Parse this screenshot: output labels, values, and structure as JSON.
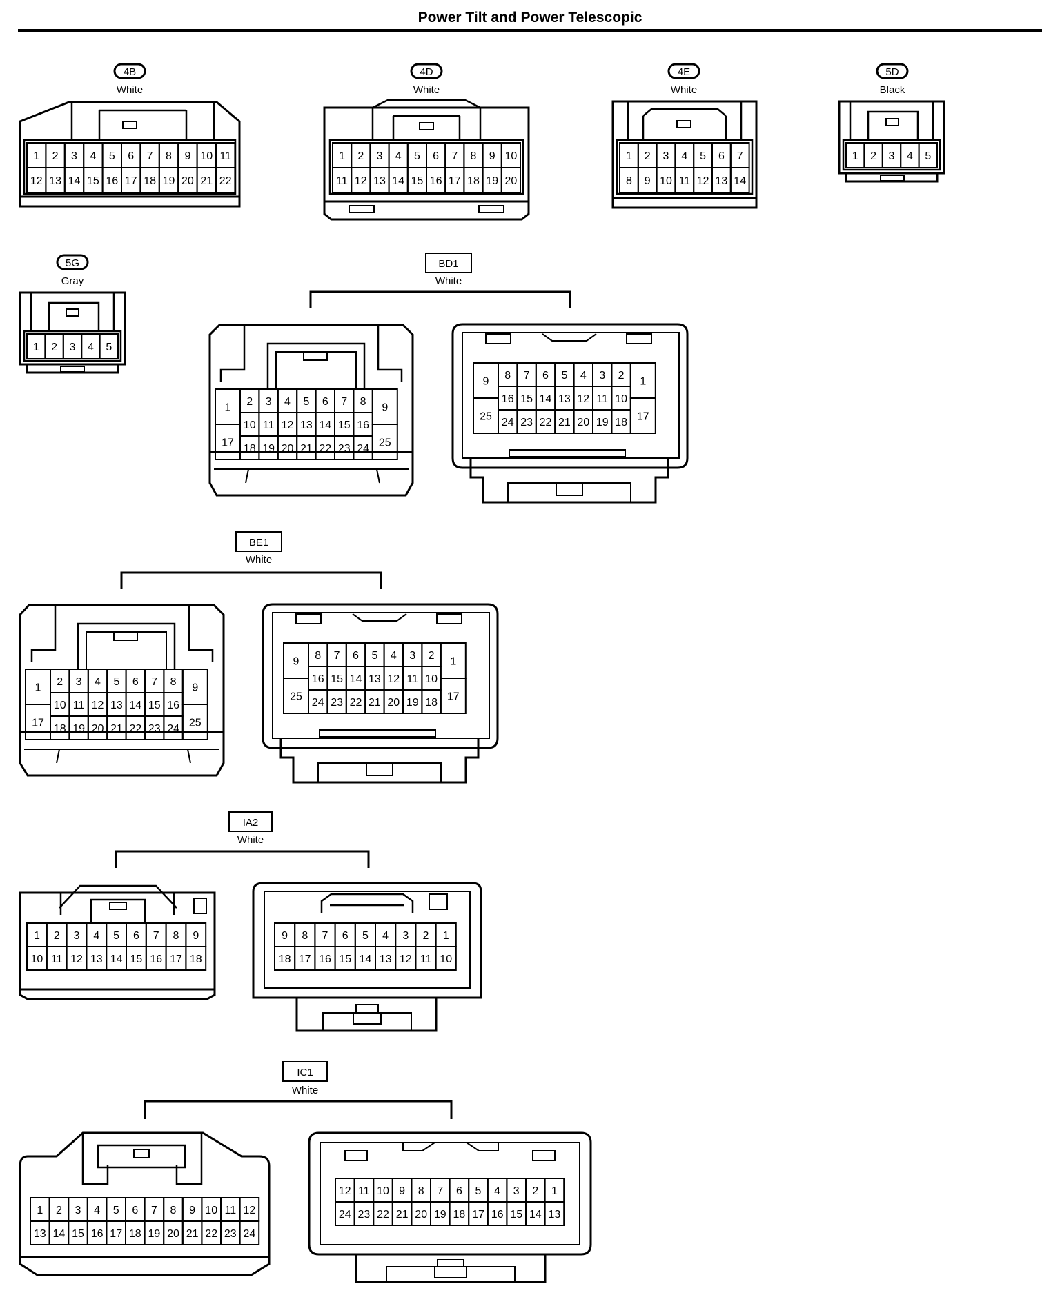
{
  "title": "Power Tilt and Power Telescopic",
  "connectors": [
    {
      "id": "4B",
      "color": "White",
      "style": "oval"
    },
    {
      "id": "4D",
      "color": "White",
      "style": "oval"
    },
    {
      "id": "4E",
      "color": "White",
      "style": "oval"
    },
    {
      "id": "5D",
      "color": "Black",
      "style": "oval"
    },
    {
      "id": "5G",
      "color": "Gray",
      "style": "oval"
    },
    {
      "id": "BD1",
      "color": "White",
      "style": "box"
    },
    {
      "id": "BE1",
      "color": "White",
      "style": "box"
    },
    {
      "id": "IA2",
      "color": "White",
      "style": "box"
    },
    {
      "id": "IC1",
      "color": "White",
      "style": "box"
    }
  ],
  "pinouts": {
    "4B": [
      [
        1,
        2,
        3,
        4,
        5,
        6,
        7,
        8,
        9,
        10,
        11
      ],
      [
        12,
        13,
        14,
        15,
        16,
        17,
        18,
        19,
        20,
        21,
        22
      ]
    ],
    "4D": [
      [
        1,
        2,
        3,
        4,
        5,
        6,
        7,
        8,
        9,
        10
      ],
      [
        11,
        12,
        13,
        14,
        15,
        16,
        17,
        18,
        19,
        20
      ]
    ],
    "4E": [
      [
        1,
        2,
        3,
        4,
        5,
        6,
        7
      ],
      [
        8,
        9,
        10,
        11,
        12,
        13,
        14
      ]
    ],
    "5D": [
      [
        1,
        2,
        3,
        4,
        5
      ]
    ],
    "5G": [
      [
        1,
        2,
        3,
        4,
        5
      ]
    ],
    "BD1_left": {
      "side_left": [
        1,
        17
      ],
      "rows": [
        [
          2,
          3,
          4,
          5,
          6,
          7,
          8
        ],
        [
          10,
          11,
          12,
          13,
          14,
          15,
          16
        ],
        [
          18,
          19,
          20,
          21,
          22,
          23,
          24
        ]
      ],
      "side_right": [
        9,
        25
      ]
    },
    "BD1_right": {
      "side_left": [
        9,
        25
      ],
      "rows": [
        [
          8,
          7,
          6,
          5,
          4,
          3,
          2
        ],
        [
          16,
          15,
          14,
          13,
          12,
          11,
          10
        ],
        [
          24,
          23,
          22,
          21,
          20,
          19,
          18
        ]
      ],
      "side_right": [
        1,
        17
      ]
    },
    "BE1_left": {
      "side_left": [
        1,
        17
      ],
      "rows": [
        [
          2,
          3,
          4,
          5,
          6,
          7,
          8
        ],
        [
          10,
          11,
          12,
          13,
          14,
          15,
          16
        ],
        [
          18,
          19,
          20,
          21,
          22,
          23,
          24
        ]
      ],
      "side_right": [
        9,
        25
      ]
    },
    "BE1_right": {
      "side_left": [
        9,
        25
      ],
      "rows": [
        [
          8,
          7,
          6,
          5,
          4,
          3,
          2
        ],
        [
          16,
          15,
          14,
          13,
          12,
          11,
          10
        ],
        [
          24,
          23,
          22,
          21,
          20,
          19,
          18
        ]
      ],
      "side_right": [
        1,
        17
      ]
    },
    "IA2_left": [
      [
        1,
        2,
        3,
        4,
        5,
        6,
        7,
        8,
        9
      ],
      [
        10,
        11,
        12,
        13,
        14,
        15,
        16,
        17,
        18
      ]
    ],
    "IA2_right": [
      [
        9,
        8,
        7,
        6,
        5,
        4,
        3,
        2,
        1
      ],
      [
        18,
        17,
        16,
        15,
        14,
        13,
        12,
        11,
        10
      ]
    ],
    "IC1_left": [
      [
        1,
        2,
        3,
        4,
        5,
        6,
        7,
        8,
        9,
        10,
        11,
        12
      ],
      [
        13,
        14,
        15,
        16,
        17,
        18,
        19,
        20,
        21,
        22,
        23,
        24
      ]
    ],
    "IC1_right": [
      [
        12,
        11,
        10,
        9,
        8,
        7,
        6,
        5,
        4,
        3,
        2,
        1
      ],
      [
        24,
        23,
        22,
        21,
        20,
        19,
        18,
        17,
        16,
        15,
        14,
        13
      ]
    ]
  }
}
